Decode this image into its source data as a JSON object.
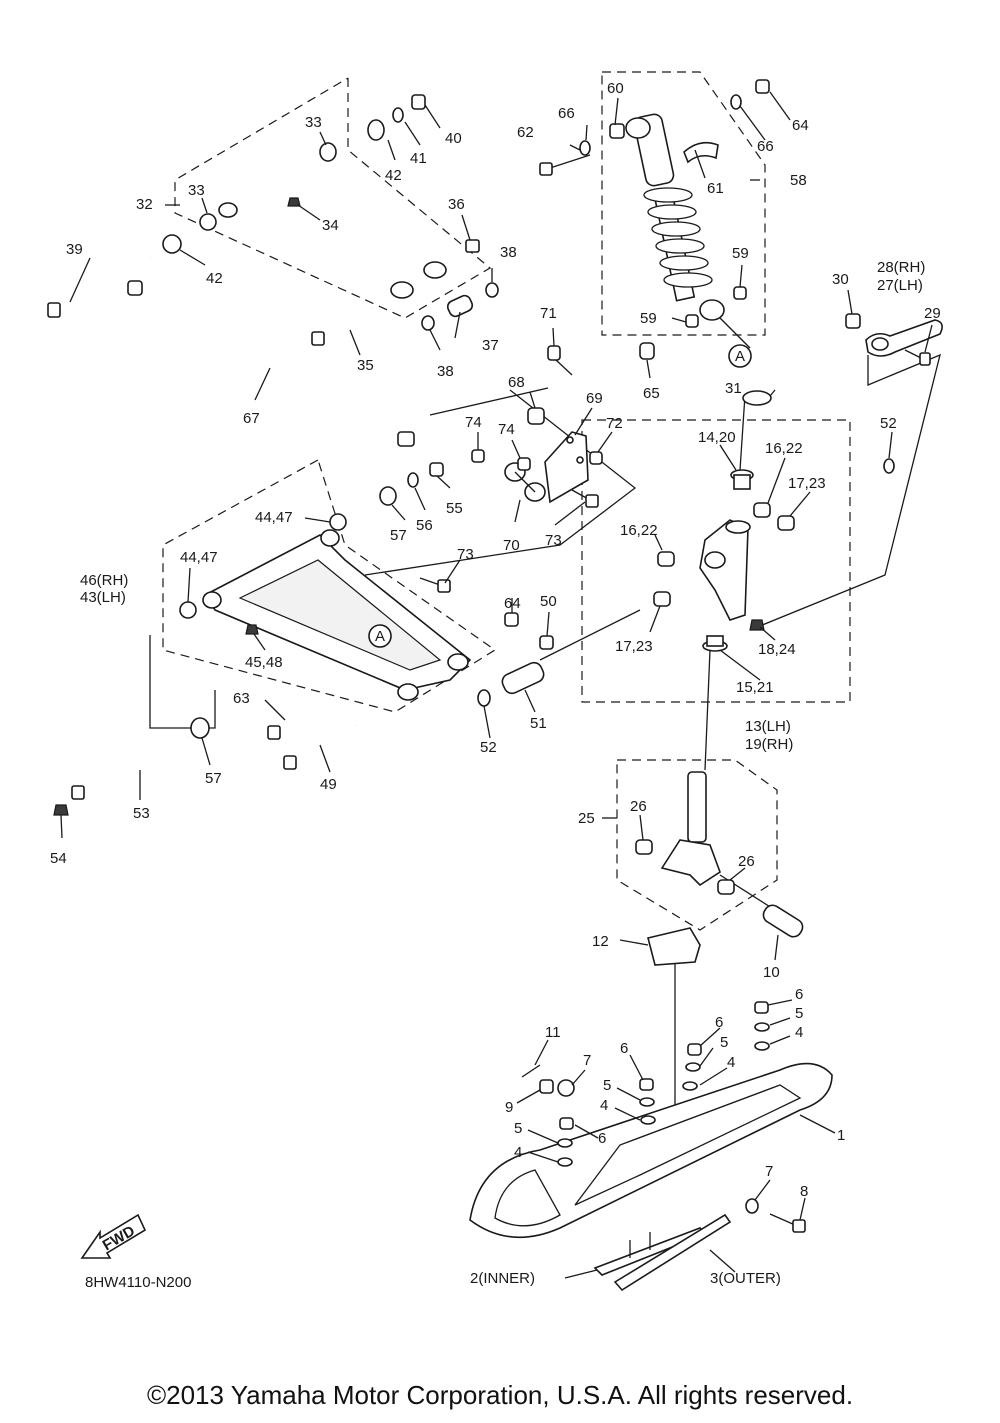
{
  "diagram_code": "8HW4110-N200",
  "fwd_label": "FWD",
  "marker_a": "A",
  "copyright": "©2013 Yamaha Motor Corporation, U.S.A. All rights reserved.",
  "labels": {
    "l1": "1",
    "l2": "2(INNER)",
    "l3": "3(OUTER)",
    "l4a": "4",
    "l4b": "4",
    "l4c": "4",
    "l4d": "4",
    "l5a": "5",
    "l5b": "5",
    "l5c": "5",
    "l5d": "5",
    "l6a": "6",
    "l6b": "6",
    "l6c": "6",
    "l6d": "6",
    "l7a": "7",
    "l7b": "7",
    "l8": "8",
    "l9": "9",
    "l10": "10",
    "l11": "11",
    "l12": "12",
    "l13": "13(LH)",
    "l19": "19(RH)",
    "l14_20": "14,20",
    "l15_21": "15,21",
    "l16_22a": "16,22",
    "l16_22b": "16,22",
    "l17_23a": "17,23",
    "l17_23b": "17,23",
    "l18_24": "18,24",
    "l25": "25",
    "l26a": "26",
    "l26b": "26",
    "l28": "28(RH)",
    "l27": "27(LH)",
    "l29": "29",
    "l30": "30",
    "l31": "31",
    "l32": "32",
    "l33a": "33",
    "l33b": "33",
    "l34": "34",
    "l35": "35",
    "l36": "36",
    "l37": "37",
    "l38a": "38",
    "l38b": "38",
    "l39": "39",
    "l40": "40",
    "l41": "41",
    "l42a": "42",
    "l42b": "42",
    "l44_47a": "44,47",
    "l44_47b": "44,47",
    "l45_48": "45,48",
    "l46": "46(RH)",
    "l43": "43(LH)",
    "l49": "49",
    "l50": "50",
    "l51": "51",
    "l52a": "52",
    "l52b": "52",
    "l53": "53",
    "l54": "54",
    "l55": "55",
    "l56": "56",
    "l57a": "57",
    "l57b": "57",
    "l58": "58",
    "l59a": "59",
    "l59b": "59",
    "l60": "60",
    "l61": "61",
    "l62": "62",
    "l63": "63",
    "l64a": "64",
    "l64b": "64",
    "l65": "65",
    "l66a": "66",
    "l66b": "66",
    "l67": "67",
    "l68": "68",
    "l69": "69",
    "l70": "70",
    "l71": "71",
    "l72": "72",
    "l73a": "73",
    "l73b": "73",
    "l74a": "74",
    "l74b": "74"
  }
}
